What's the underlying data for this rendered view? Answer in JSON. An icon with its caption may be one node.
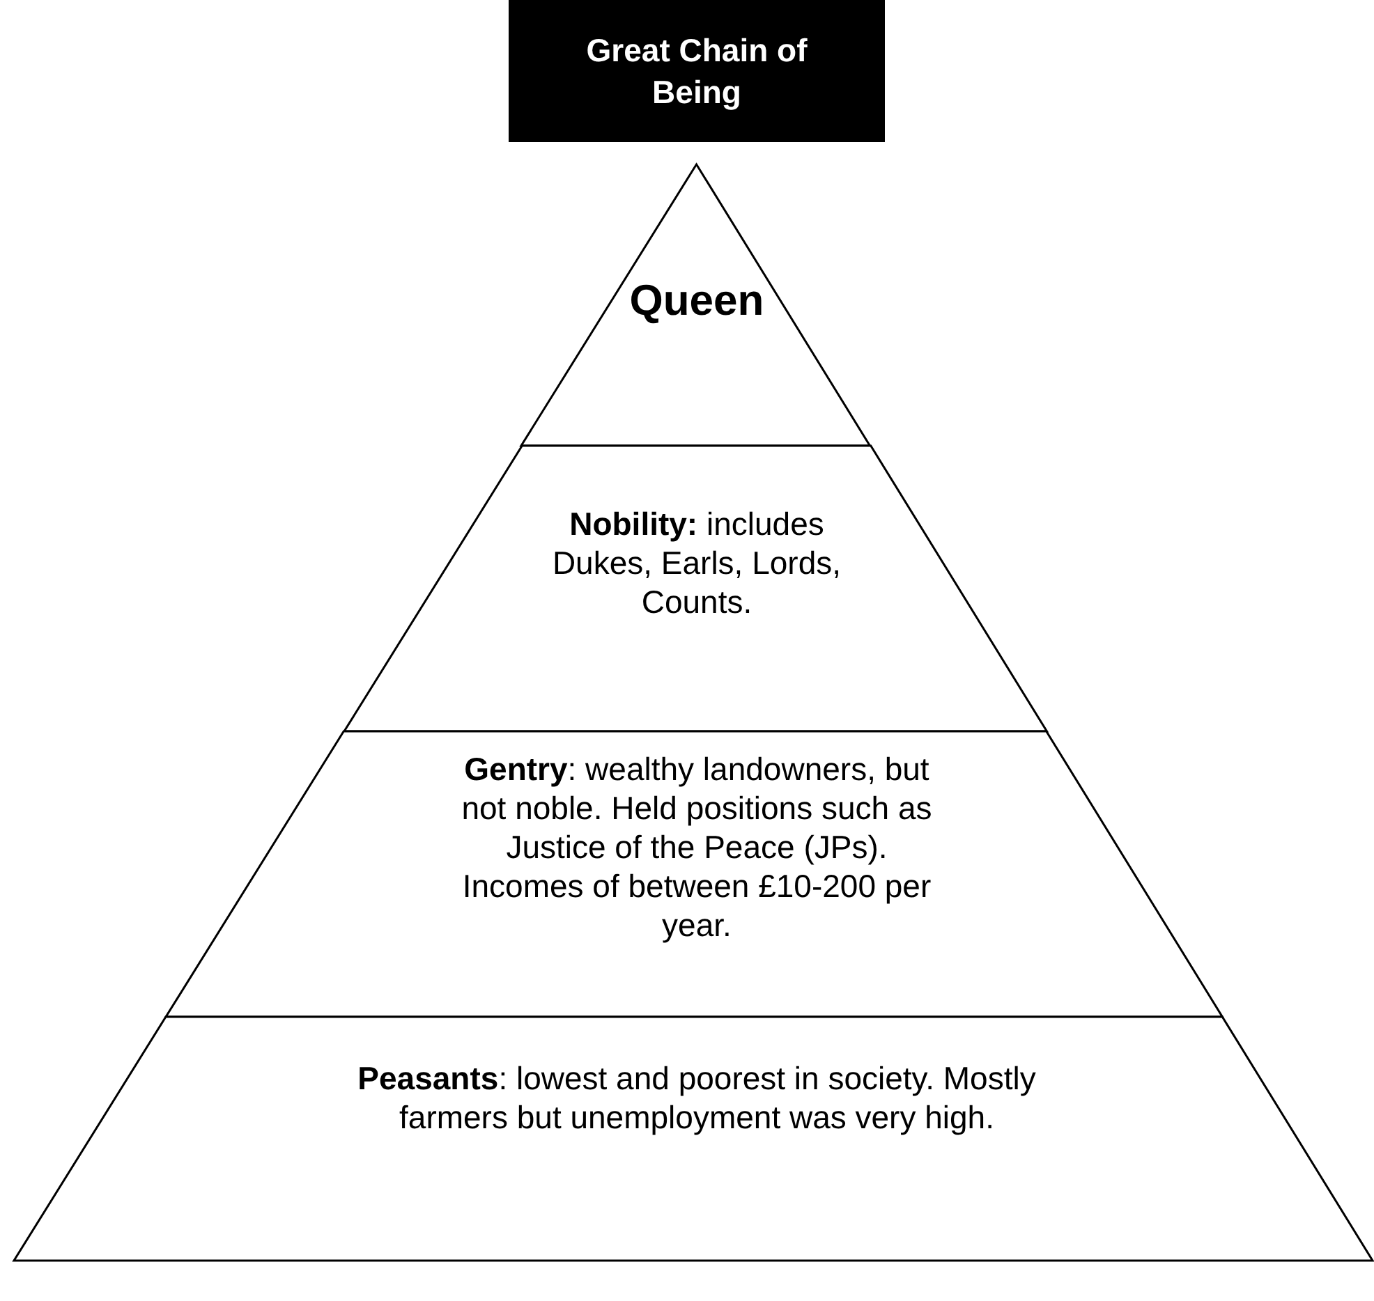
{
  "diagram": {
    "title": "Great Chain of Being",
    "nodes": [
      {
        "text": [
          "Queen"
        ]
      },
      {
        "text": [
          "**Nobility:** includes Dukes, Earls, Lords, Counts."
        ]
      },
      {
        "text": [
          "**Gentry**: wealthy landowners, but not noble.  Held positions such as Justice of the Peace (JPs).  Incomes of between £10-200 per year."
        ]
      },
      {
        "text": [
          "**Peasants**: lowest and poorest in society. Mostly farmers but unemployment was very high."
        ]
      }
    ]
  }
}
